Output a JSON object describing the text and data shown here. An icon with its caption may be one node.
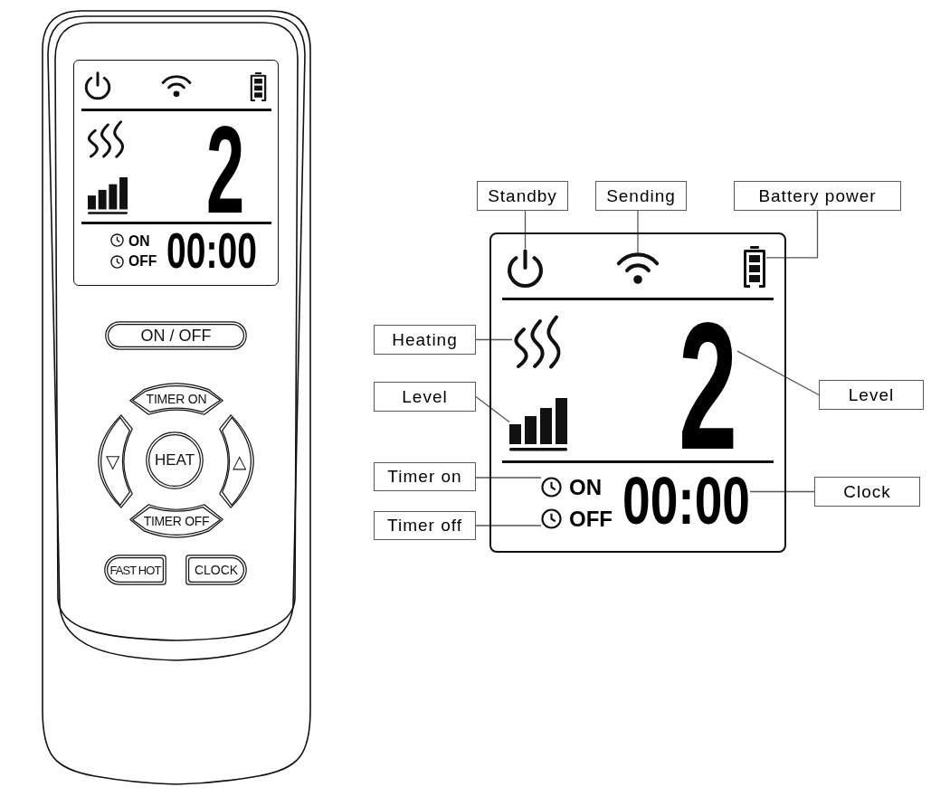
{
  "diagram": {
    "nodes": [
      {
        "text": [
          "2",
          "ON",
          "OFF",
          "00:00"
        ]
      },
      {
        "text": [
          "ON / OFF"
        ]
      },
      {
        "text": [
          "TIMER ON"
        ]
      },
      {
        "text": [
          "▽"
        ]
      },
      {
        "text": [
          "HEAT"
        ]
      },
      {
        "text": [
          "△"
        ]
      },
      {
        "text": [
          "TIMER OFF"
        ]
      },
      {
        "text": [
          "FAST HOT"
        ]
      },
      {
        "text": [
          "CLOCK"
        ]
      },
      {
        "text": [
          "Standby"
        ]
      },
      {
        "text": [
          "Sending"
        ]
      },
      {
        "text": [
          "Battery power"
        ]
      },
      {
        "text": [],
        "shape": "box"
      },
      {
        "text": [],
        "shape": "picture",
        "in": 12
      },
      {
        "text": [],
        "shape": "picture",
        "in": 12
      },
      {
        "text": [],
        "shape": "picture",
        "in": 12
      },
      {
        "text": [
          "Heating"
        ]
      },
      {
        "text": [],
        "shape": "picture",
        "in": 12
      },
      {
        "text": [
          "2"
        ],
        "in": 12
      },
      {
        "text": [
          "Level"
        ]
      },
      {
        "text": [],
        "shape": "picture",
        "in": 12
      },
      {
        "text": [
          "Level"
        ]
      },
      {
        "text": [
          "Timer on"
        ]
      },
      {
        "text": [
          "ON"
        ],
        "in": 12
      },
      {
        "text": [
          "00:00"
        ],
        "in": 12
      },
      {
        "text": [
          "Clock"
        ]
      },
      {
        "text": [
          "Timer off"
        ]
      },
      {
        "text": [
          "OFF"
        ],
        "in": 12
      }
    ],
    "edges": [
      {
        "from": 9,
        "to": 13,
        "arrow": "none"
      },
      {
        "from": 10,
        "to": 14,
        "arrow": "none"
      },
      {
        "from": 11,
        "to": 15,
        "arrow": "none"
      },
      {
        "from": 16,
        "to": 17,
        "arrow": "none"
      },
      {
        "from": 19,
        "to": 20,
        "arrow": "none"
      },
      {
        "from": 21,
        "to": 18,
        "arrow": "none"
      },
      {
        "from": 22,
        "to": 23,
        "arrow": "none"
      },
      {
        "from": 25,
        "to": 24,
        "arrow": "none"
      },
      {
        "from": 26,
        "to": 27,
        "arrow": "none"
      }
    ]
  }
}
